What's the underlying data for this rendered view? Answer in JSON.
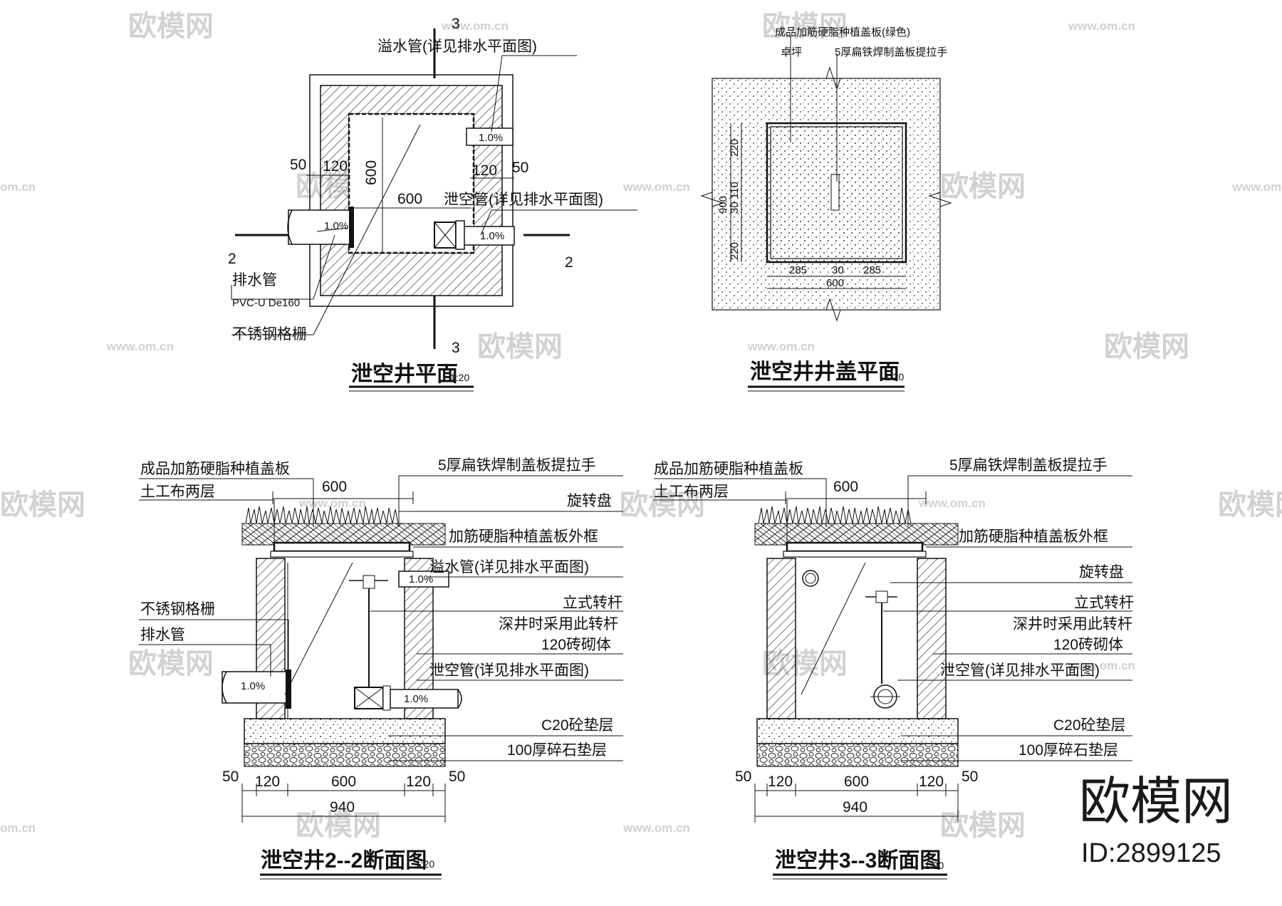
{
  "watermark": {
    "brand": "欧模网",
    "url": "www.om.cn",
    "url_short": "om.cn"
  },
  "brand": {
    "name": "欧模网",
    "id": "ID:2899125"
  },
  "plan": {
    "title": "泄空井平面",
    "scale": "1:20",
    "section_marks": [
      "2",
      "2",
      "3",
      "3"
    ],
    "labels": {
      "overflow": "溢水管(详见排水平面图)",
      "vent": "泄空管(详见排水平面图)",
      "drain": "排水管",
      "pvc": "PVC-U De160",
      "grate": "不锈钢格栅",
      "slope": "1.0%"
    },
    "dims": {
      "d50": "50",
      "d120": "120",
      "d600": "600"
    }
  },
  "cover": {
    "title": "泄空井井盖平面",
    "scale": "1:20",
    "labels": {
      "board": "成品加筋硬脂种植盖板(绿色)",
      "tape": "卓坪",
      "handle": "5厚扁铁焊制盖板提拉手"
    },
    "dims": {
      "d285": "285",
      "d30": "30",
      "d600": "600",
      "d220": "220",
      "d110": "30 110",
      "d900": "900"
    }
  },
  "sec22": {
    "title": "泄空井2--2断面图",
    "scale": "1:20",
    "left_labels": {
      "board": "成品加筋硬脂种植盖板",
      "geo": "土工布两层",
      "grate": "不锈钢格栅",
      "drain": "排水管"
    },
    "right_labels": {
      "handle": "5厚扁铁焊制盖板提拉手",
      "disk": "旋转盘",
      "frame": "加筋硬脂种植盖板外框",
      "overflow": "溢水管(详见排水平面图)",
      "rod": "立式转杆",
      "deep": "深井时采用此转杆",
      "brick": "120砖砌体",
      "vent": "泄空管(详见排水平面图)",
      "c20": "C20砼垫层",
      "gravel": "100厚碎石垫层"
    },
    "dims": {
      "top600": "600",
      "d50": "50",
      "d120": "120",
      "d600": "600",
      "d940": "940"
    },
    "slope": "1.0%"
  },
  "sec33": {
    "title": "泄空井3--3断面图",
    "scale": "1:20",
    "left_labels": {
      "board": "成品加筋硬脂种植盖板",
      "geo": "土工布两层"
    },
    "right_labels": {
      "handle": "5厚扁铁焊制盖板提拉手",
      "frame": "加筋硬脂种植盖板外框",
      "disk": "旋转盘",
      "rod": "立式转杆",
      "deep": "深井时采用此转杆",
      "brick": "120砖砌体",
      "vent": "泄空管(详见排水平面图)",
      "c20": "C20砼垫层",
      "gravel": "100厚碎石垫层"
    },
    "dims": {
      "top600": "600",
      "d50": "50",
      "d120": "120",
      "d600": "600",
      "d940": "940"
    }
  }
}
